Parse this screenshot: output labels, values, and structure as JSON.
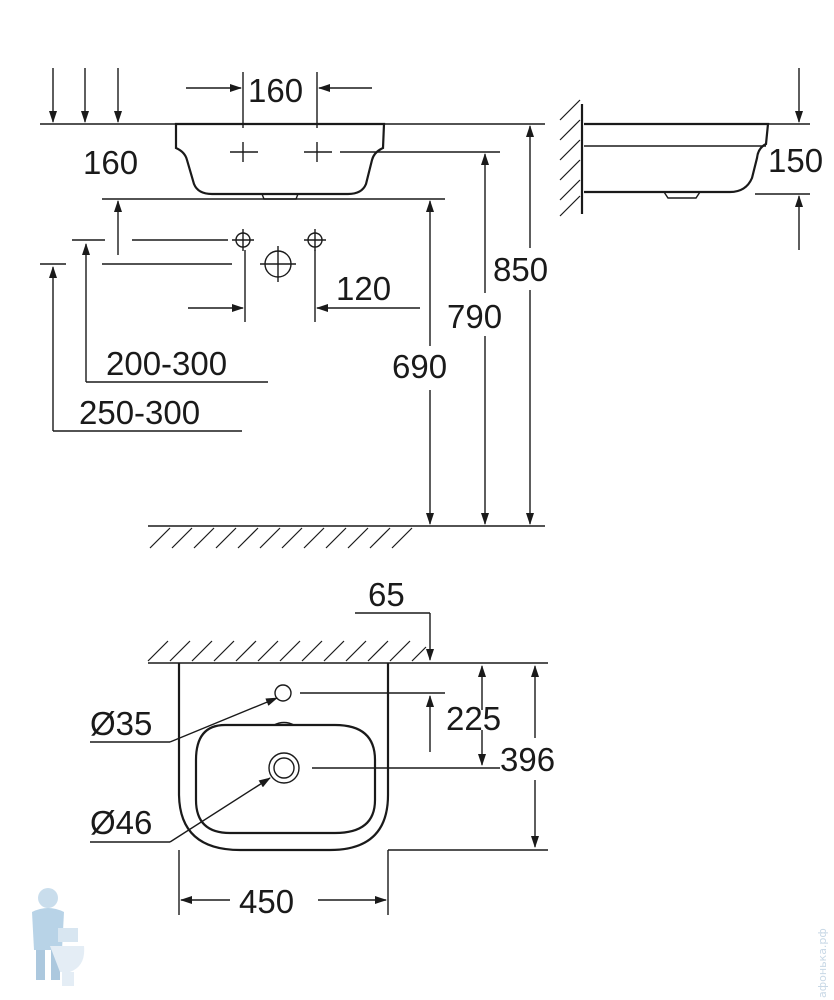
{
  "front_view": {
    "dims": {
      "tap_spacing": "160",
      "rim_to_tap": "160",
      "valve_spacing": "120",
      "range_a": "200-300",
      "range_b": "250-300",
      "h_690": "690",
      "h_790": "790",
      "h_850": "850"
    }
  },
  "side_view": {
    "dims": {
      "depth": "150"
    }
  },
  "top_view": {
    "dims": {
      "wall_offset": "65",
      "tap_hole_dia": "Ø35",
      "waste_dia": "Ø46",
      "tap_to_waste": "225",
      "projection": "396",
      "width": "450"
    }
  },
  "watermark": {
    "text": "афонька.рф",
    "figure": "plumber-mascot"
  }
}
